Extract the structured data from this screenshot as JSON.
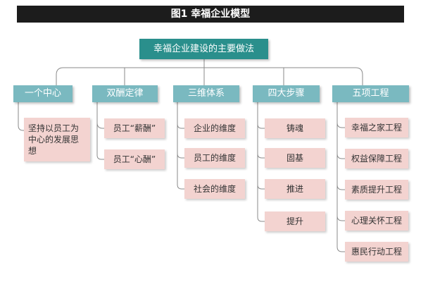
{
  "title": "图1  幸福企业模型",
  "root": "幸福企业建设的主要做法",
  "categories": [
    {
      "label": "一个中心",
      "items": [
        "坚持以员工为中心的发展思想"
      ]
    },
    {
      "label": "双酬定律",
      "items": [
        "员工“薪酬”",
        "员工“心酬”"
      ]
    },
    {
      "label": "三维体系",
      "items": [
        "企业的维度",
        "员工的维度",
        "社会的维度"
      ]
    },
    {
      "label": "四大步骤",
      "items": [
        "铸魂",
        "固基",
        "推进",
        "提升"
      ]
    },
    {
      "label": "五项工程",
      "items": [
        "幸福之家工程",
        "权益保障工程",
        "素质提升工程",
        "心理关怀工程",
        "惠民行动工程"
      ]
    }
  ],
  "colors": {
    "title_bg": "#1c1c1c",
    "root_bg": "#2a8f8c",
    "category_bg": "#7ab9c0",
    "leaf_bg": "#f3d3d0",
    "line": "#8a8a8a"
  }
}
